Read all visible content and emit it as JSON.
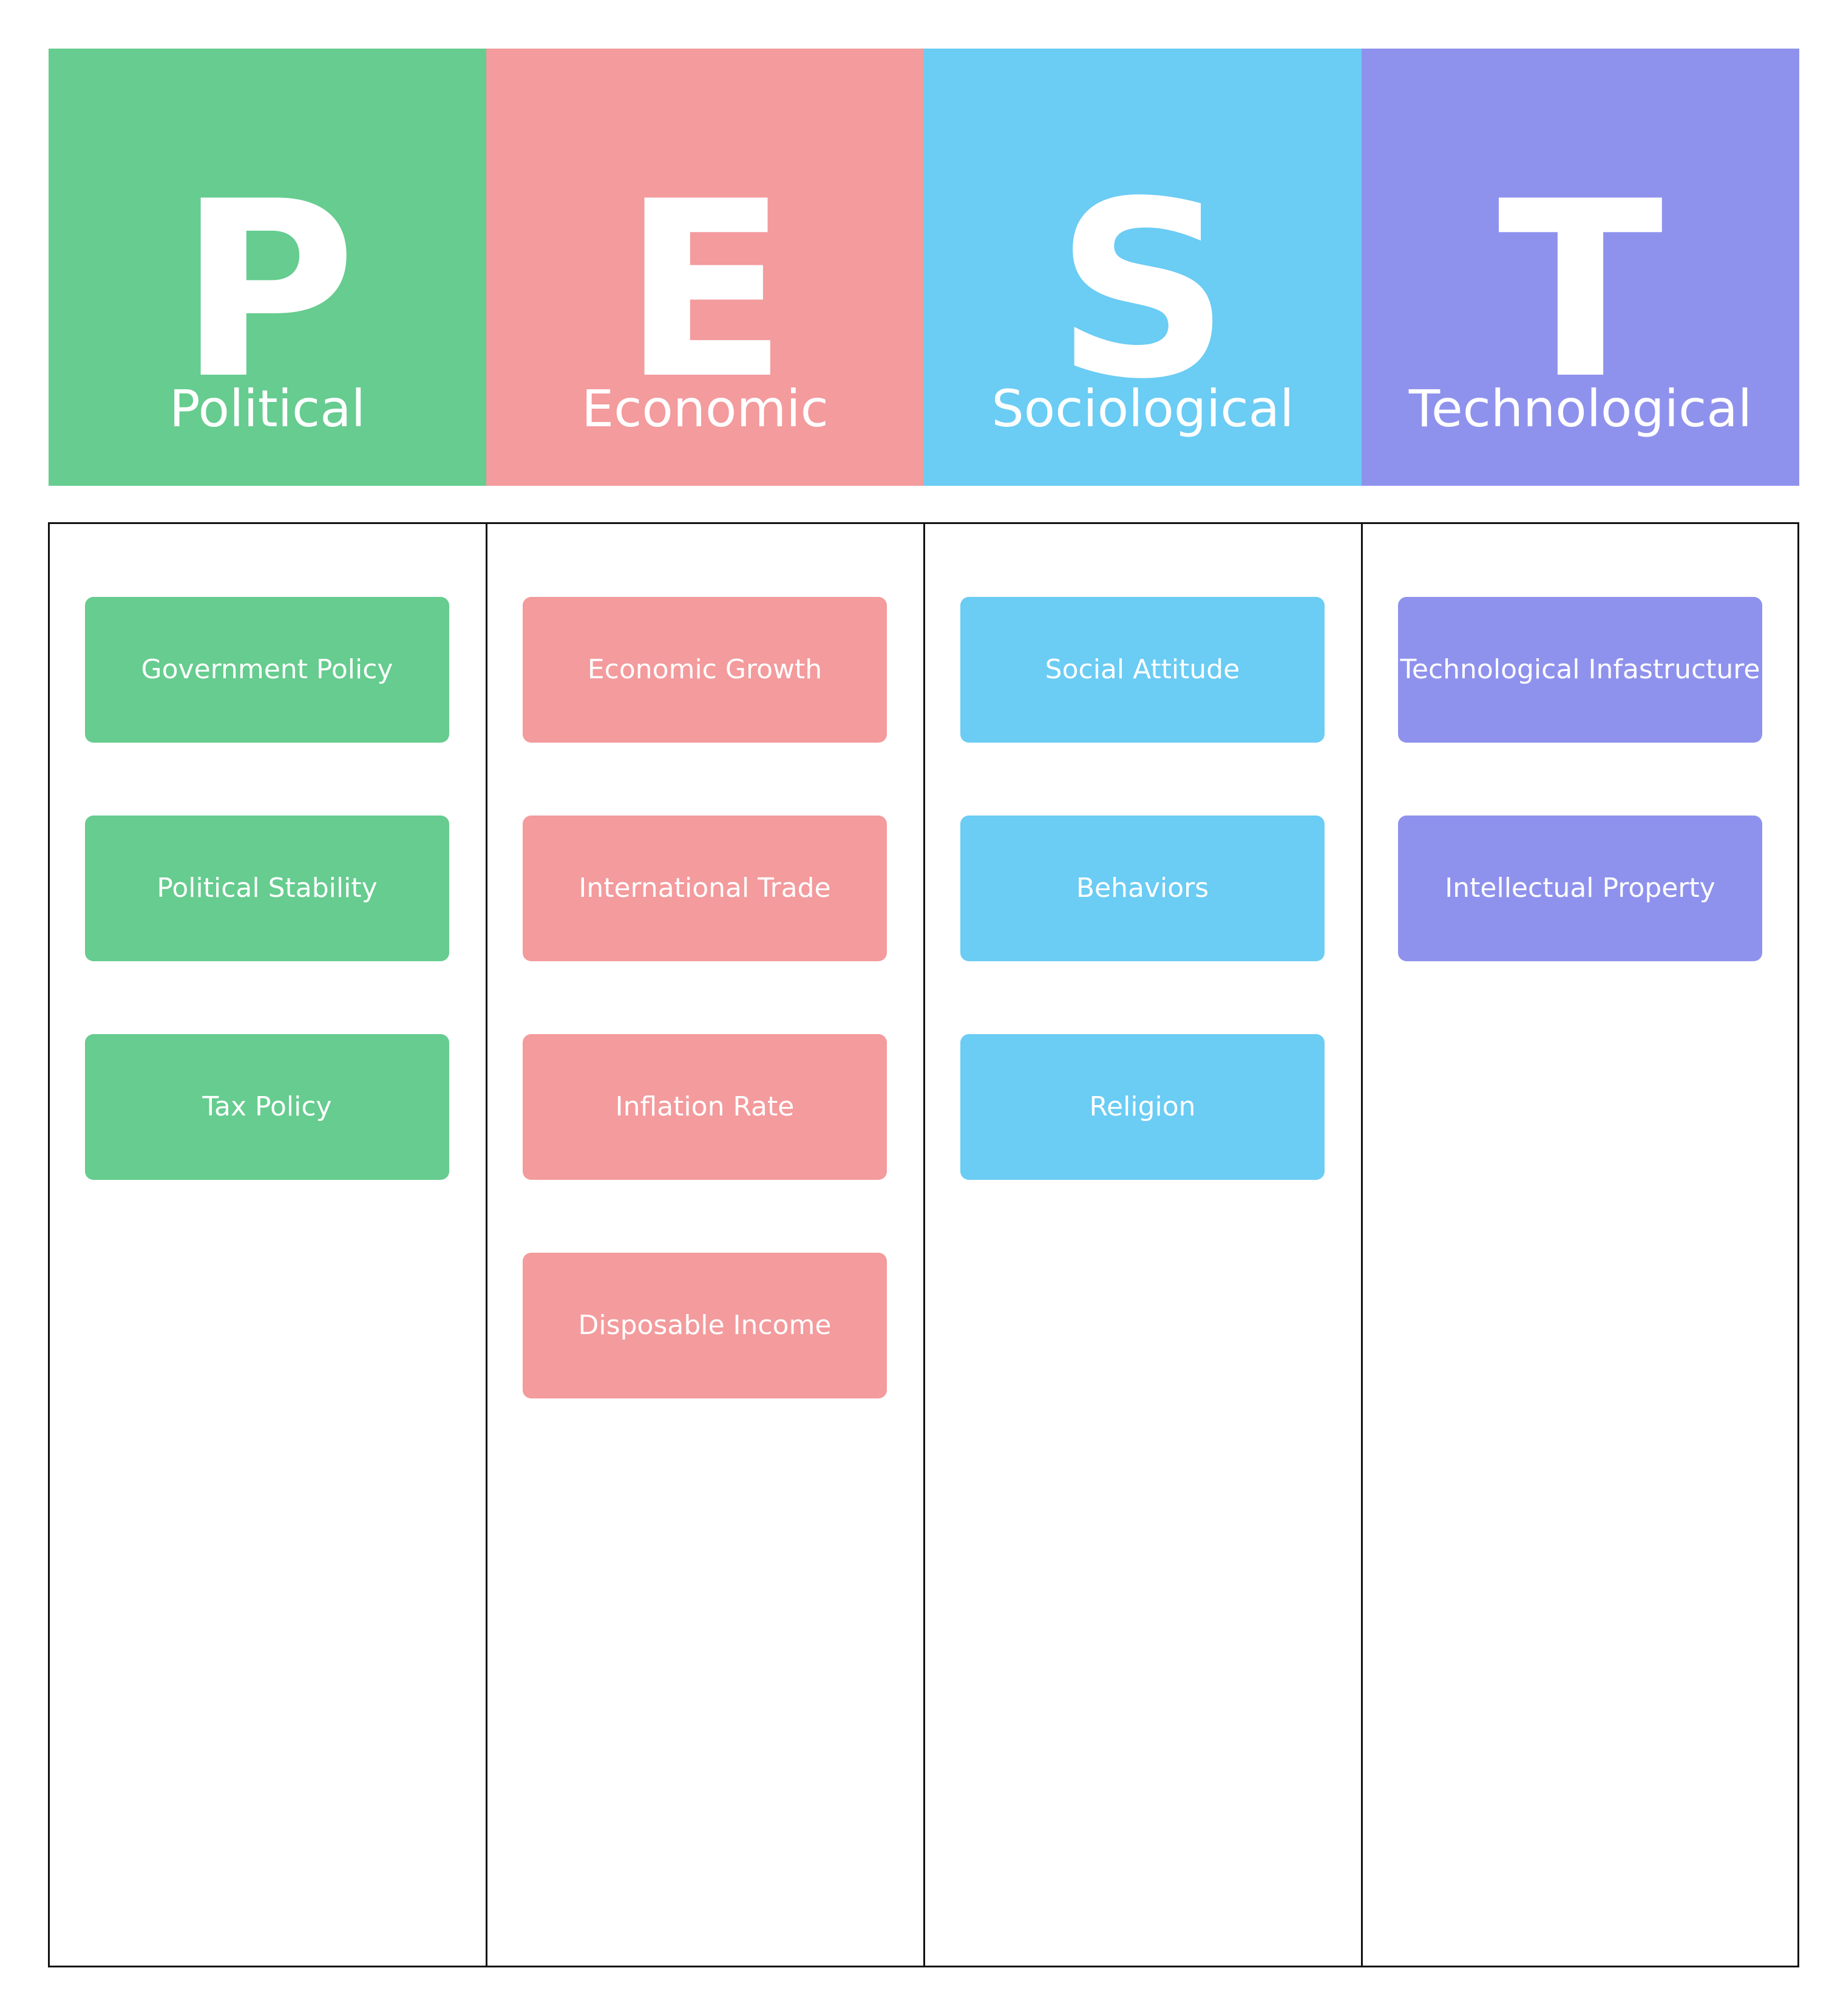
{
  "columns": [
    {
      "letter": "P",
      "name": "Political",
      "color": "#66cc8f",
      "factors": [
        "Government Policy",
        "Political Stability",
        "Tax Policy"
      ]
    },
    {
      "letter": "E",
      "name": "Economic",
      "color": "#f39b9d",
      "factors": [
        "Economic Growth",
        "International Trade",
        "Inflation Rate",
        "Disposable Income"
      ]
    },
    {
      "letter": "S",
      "name": "Sociological",
      "color": "#6bccf4",
      "factors": [
        "Social Attitude",
        "Behaviors",
        "Religion"
      ]
    },
    {
      "letter": "T",
      "name": "Technological",
      "color": "#8f92ec",
      "factors": [
        "Technological Infastructure",
        "Intellectual Property"
      ]
    }
  ]
}
